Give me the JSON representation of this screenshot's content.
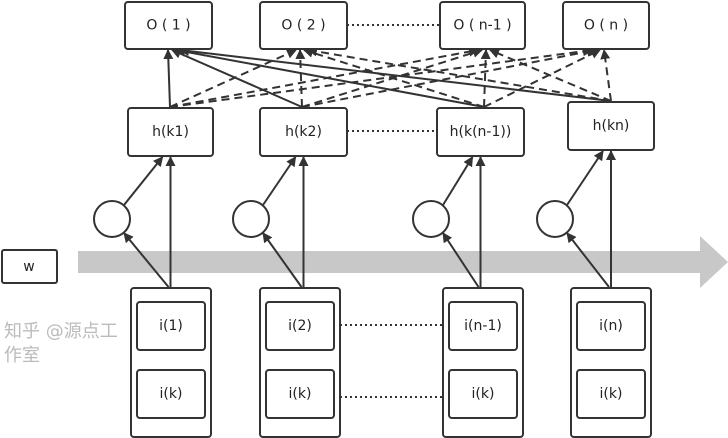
{
  "outputs": [
    "O ( 1 )",
    "O ( 2 )",
    "O ( n-1 )",
    "O ( n )"
  ],
  "hidden": [
    "h(k1)",
    "h(k2)",
    "h(k(n-1))",
    "h(kn)"
  ],
  "inputs": [
    {
      "top": "i(1)",
      "bottom": "i(k)"
    },
    {
      "top": "i(2)",
      "bottom": "i(k)"
    },
    {
      "top": "i(n-1)",
      "bottom": "i(k)"
    },
    {
      "top": "i(n)",
      "bottom": "i(k)"
    }
  ],
  "weight_label": "w",
  "connections": [
    {
      "from": 0,
      "to": 0,
      "style": "solid"
    },
    {
      "from": 0,
      "to": 1,
      "style": "dashed"
    },
    {
      "from": 0,
      "to": 2,
      "style": "dashed"
    },
    {
      "from": 0,
      "to": 3,
      "style": "dashed"
    },
    {
      "from": 1,
      "to": 0,
      "style": "solid"
    },
    {
      "from": 1,
      "to": 1,
      "style": "dashed"
    },
    {
      "from": 1,
      "to": 2,
      "style": "dashed"
    },
    {
      "from": 1,
      "to": 3,
      "style": "dashed"
    },
    {
      "from": 2,
      "to": 0,
      "style": "solid"
    },
    {
      "from": 2,
      "to": 1,
      "style": "dashed"
    },
    {
      "from": 2,
      "to": 2,
      "style": "dashed"
    },
    {
      "from": 2,
      "to": 3,
      "style": "dashed"
    },
    {
      "from": 3,
      "to": 0,
      "style": "solid"
    },
    {
      "from": 3,
      "to": 1,
      "style": "dashed"
    },
    {
      "from": 3,
      "to": 2,
      "style": "dashed"
    },
    {
      "from": 3,
      "to": 3,
      "style": "dashed"
    }
  ],
  "watermark": "知乎 @源点工作室",
  "colors": {
    "line": "#333333",
    "band": "#c8c8c8"
  }
}
